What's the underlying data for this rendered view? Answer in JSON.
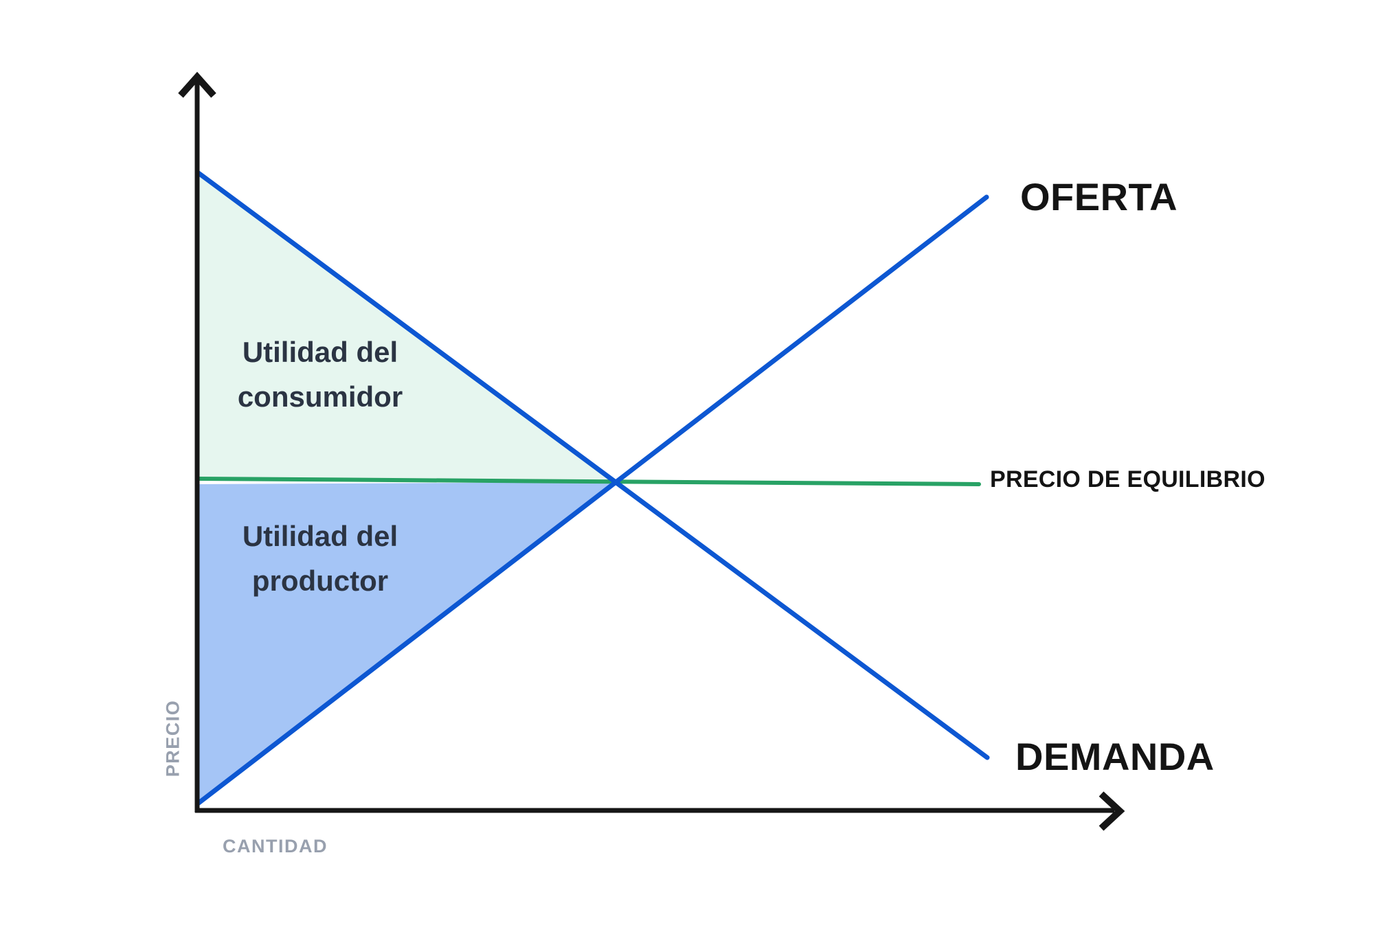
{
  "figure": {
    "supply_label": "OFERTA",
    "demand_label": "DEMANDA",
    "equilibrium_label": "PRECIO DE EQUILIBRIO",
    "consumer_surplus_label": "Utilidad del\nconsumidor",
    "producer_surplus_label": "Utilidad del\nproductor",
    "y_axis_label": "PRECIO",
    "x_axis_label": "CANTIDAD"
  },
  "colors": {
    "curve_blue": "#0d57d2",
    "equilibrium_green": "#28a265",
    "consumer_surplus_fill": "#e6f6ef",
    "producer_surplus_fill": "#a5c5f6",
    "axis_black": "#161616",
    "surplus_text": "#2b3443",
    "axis_label_gray": "#98a0ae",
    "curve_label_black": "#141414"
  }
}
